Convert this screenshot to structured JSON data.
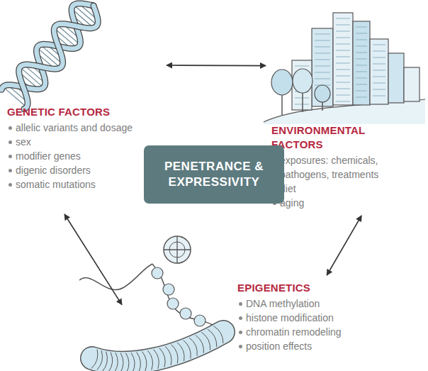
{
  "diagram": {
    "nodes": [
      {
        "text": [
          "GENETIC FACTORS",
          "allelic variants and dosage",
          "sex",
          "modifier genes",
          "digenic disorders",
          "somatic mutations"
        ]
      },
      {
        "text": [
          "ENVIRONMENTAL FACTORS",
          "exposures: chemicals, pathogens, treatments",
          "diet",
          "aging"
        ]
      },
      {
        "text": [
          "PENETRANCE & EXPRESSIVITY"
        ]
      },
      {
        "text": [
          "EPIGENETICS",
          "DNA methylation",
          "histone modification",
          "chromatin remodeling",
          "position effects"
        ]
      }
    ],
    "edges": [
      {
        "from": 0,
        "to": 1,
        "arrow": "both"
      },
      {
        "from": 0,
        "to": 3,
        "arrow": "both"
      },
      {
        "from": 1,
        "to": 3,
        "arrow": "both"
      }
    ]
  }
}
